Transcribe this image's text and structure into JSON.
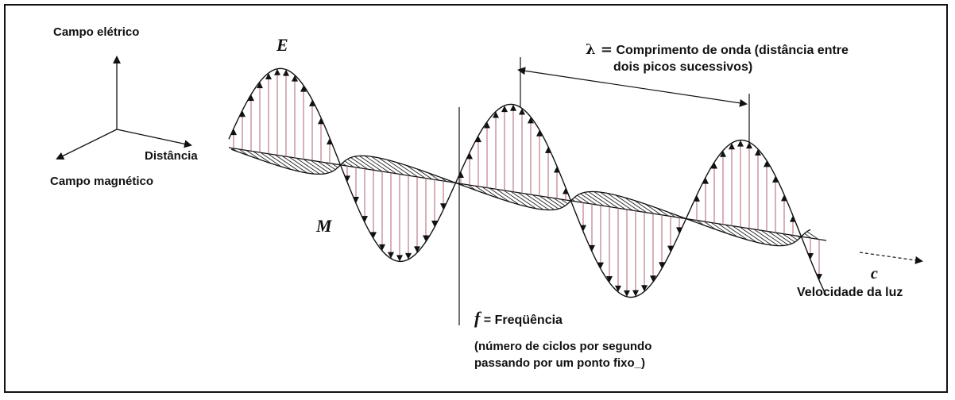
{
  "labels": {
    "electric_field": "Campo elétrico",
    "distance": "Distância",
    "magnetic_field": "Campo magnético",
    "E": "E",
    "M": "M",
    "lambda_symbol": "λ =",
    "lambda_line1": "Comprimento de onda (distância entre",
    "lambda_line2": "dois picos sucessivos)",
    "f_symbol": "f",
    "f_text": "= Freqüência",
    "f_desc_line1": "(número de ciclos por segundo",
    "f_desc_line2": "passando por um ponto fixo_)",
    "c": "c",
    "speed_of_light": "Velocidade da luz"
  },
  "colors": {
    "ink": "#111111",
    "e_field_lines": "#b06070",
    "m_field_lines": "#222222",
    "border": "#111111"
  }
}
